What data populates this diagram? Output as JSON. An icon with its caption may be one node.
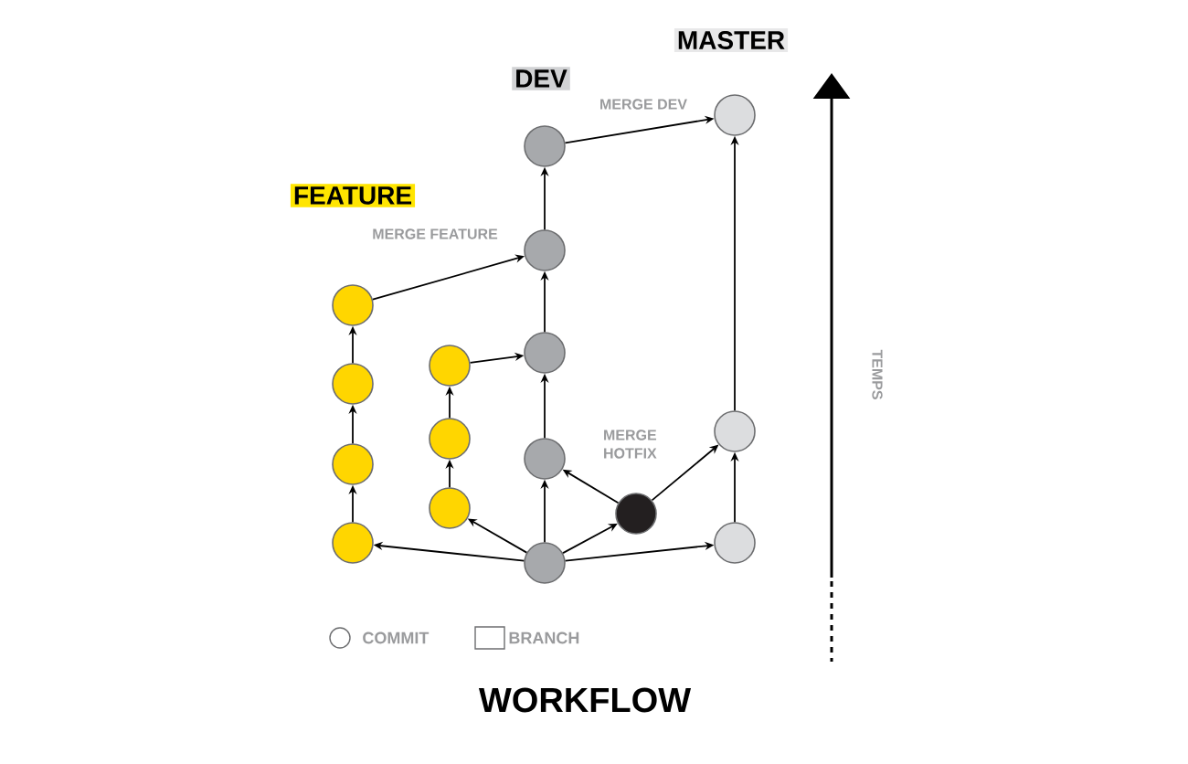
{
  "diagram": {
    "title": "WORKFLOW",
    "nodes": [
      {
        "text": [
          "MASTER"
        ]
      },
      {
        "text": [
          "DEV"
        ]
      },
      {
        "text": [
          "FEATURE"
        ]
      },
      {
        "text": [],
        "shape": "circle"
      },
      {
        "text": [],
        "shape": "circle"
      },
      {
        "text": [],
        "shape": "circle"
      },
      {
        "text": [],
        "shape": "circle"
      },
      {
        "text": [],
        "shape": "circle"
      },
      {
        "text": [],
        "shape": "circle"
      },
      {
        "text": [],
        "shape": "circle"
      },
      {
        "text": [],
        "shape": "circle"
      },
      {
        "text": [],
        "shape": "circle"
      },
      {
        "text": [],
        "shape": "circle"
      },
      {
        "text": [],
        "shape": "circle"
      },
      {
        "text": [],
        "shape": "circle"
      },
      {
        "text": [],
        "shape": "circle"
      },
      {
        "text": [],
        "shape": "circle"
      },
      {
        "text": [],
        "shape": "circle"
      },
      {
        "text": [],
        "shape": "circle"
      }
    ],
    "edges": [
      {
        "from": 4,
        "to": 3,
        "arrow": "to",
        "label": "MERGE DEV"
      },
      {
        "from": 5,
        "to": 4,
        "arrow": "to"
      },
      {
        "from": 6,
        "to": 5,
        "arrow": "to",
        "label": "MERGE FEATURE"
      },
      {
        "from": 7,
        "to": 5,
        "arrow": "to"
      },
      {
        "from": 8,
        "to": 7,
        "arrow": "to"
      },
      {
        "from": 9,
        "to": 6,
        "arrow": "to"
      },
      {
        "from": 10,
        "to": 3,
        "arrow": "to"
      },
      {
        "from": 11,
        "to": 8,
        "arrow": "to"
      },
      {
        "from": 12,
        "to": 7,
        "arrow": "to"
      },
      {
        "from": 13,
        "to": 9,
        "arrow": "to"
      },
      {
        "from": 14,
        "to": 11,
        "arrow": "to"
      },
      {
        "from": 15,
        "to": 12,
        "arrow": "to"
      },
      {
        "from": 15,
        "to": 10,
        "arrow": "to"
      },
      {
        "from": 16,
        "to": 13,
        "arrow": "to"
      },
      {
        "from": 17,
        "to": 10,
        "arrow": "to"
      },
      {
        "from": 18,
        "to": 16,
        "arrow": "to"
      },
      {
        "from": 18,
        "to": 14,
        "arrow": "to"
      },
      {
        "from": 18,
        "to": 12,
        "arrow": "to"
      },
      {
        "from": 18,
        "to": 15,
        "arrow": "to"
      },
      {
        "from": 18,
        "to": 17,
        "arrow": "to"
      }
    ],
    "labels": [
      "MERGE HOTFIX",
      "TEMPS"
    ],
    "legend": [
      {
        "text": "COMMIT"
      },
      {
        "text": "BRANCH"
      }
    ]
  }
}
